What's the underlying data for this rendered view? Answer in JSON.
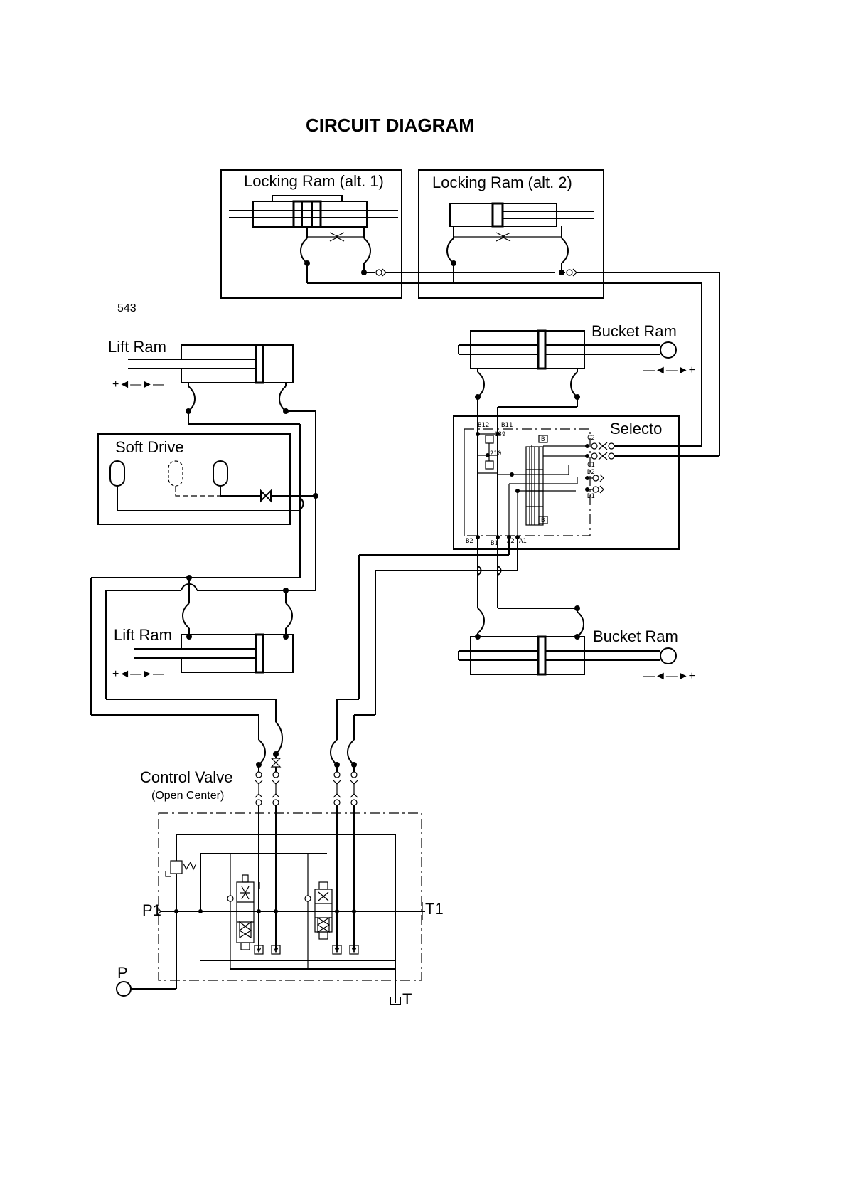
{
  "title": "CIRCUIT DIAGRAM",
  "page_number": "543",
  "components": {
    "locking_ram_alt1": "Locking Ram (alt. 1)",
    "locking_ram_alt2": "Locking Ram (alt. 2)",
    "bucket_ram_upper": "Bucket Ram",
    "bucket_ram_lower": "Bucket Ram",
    "lift_ram_upper": "Lift Ram",
    "lift_ram_lower": "Lift Ram",
    "soft_drive": "Soft Drive",
    "selecto": "Selecto",
    "control_valve": "Control Valve",
    "control_valve_sub": "(Open Center)"
  },
  "direction_marks": {
    "lift_upper": "+◄—►—",
    "lift_lower": "+◄—►—",
    "bucket_upper": "—◄—►+",
    "bucket_lower": "—◄—►+"
  },
  "ports": {
    "selecto_b12": "B12",
    "selecto_b11": "B11",
    "selecto_189": "189",
    "selecto_210": "210",
    "selecto_c2": "C2",
    "selecto_c1": "C1",
    "selecto_d2": "D2",
    "selecto_d1": "D1",
    "selecto_b2": "B2",
    "selecto_b1": "B1",
    "selecto_a2": "A2",
    "selecto_a1": "A1",
    "selecto_b_top": "B",
    "selecto_b_bot": "B",
    "p1": "P1",
    "t1": "T1",
    "p": "P",
    "t": "T"
  }
}
